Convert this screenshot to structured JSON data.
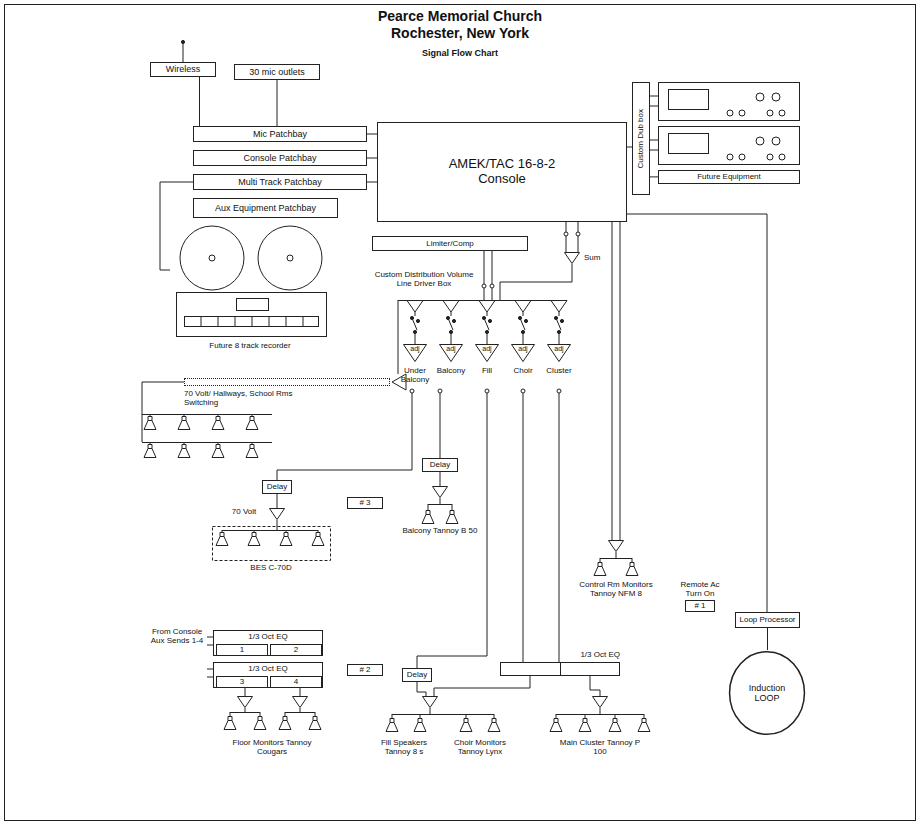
{
  "diagram": {
    "title": "Pearce Memorial Church Rochester, New York",
    "nodes": [
      {
        "text": [
          "Wireless"
        ]
      },
      {
        "text": [
          "30 mic outlets"
        ]
      },
      {
        "text": [
          "Mic Patchbay"
        ]
      },
      {
        "text": [
          "Console Patchbay"
        ]
      },
      {
        "text": [
          "Multi Track Patchbay"
        ]
      },
      {
        "text": [
          "Aux Equipment Patchbay"
        ]
      },
      {
        "text": [
          "AMEK/TAC 16-8-2 Console"
        ]
      },
      {
        "text": [
          "Custom Dub box"
        ]
      },
      {
        "text": [
          "Future Equipment"
        ]
      },
      {
        "text": [
          "Limiter/Comp"
        ]
      },
      {
        "text": [
          "Future 8 track recorder"
        ]
      },
      {
        "text": [
          "70 Volt/ Hallways, School Rms Switching"
        ]
      },
      {
        "text": [
          "Delay"
        ]
      },
      {
        "text": [
          "Delay"
        ]
      },
      {
        "text": [
          "# 3"
        ]
      },
      {
        "text": [
          "1/3 Oct EQ"
        ]
      },
      {
        "text": [
          "1"
        ],
        "in": 15
      },
      {
        "text": [
          "2"
        ],
        "in": 15
      },
      {
        "text": [
          "1/3 Oct EQ"
        ]
      },
      {
        "text": [
          "3"
        ],
        "in": 18
      },
      {
        "text": [
          "4"
        ],
        "in": 18
      },
      {
        "text": [
          "# 2"
        ]
      },
      {
        "text": [
          "Delay"
        ]
      },
      {
        "text": [
          "1/3 Oct EQ"
        ]
      },
      {
        "text": [
          "Remote Ac Turn On",
          "# 1"
        ]
      },
      {
        "text": [
          "Loop Processor"
        ]
      },
      {
        "text": [
          "Induction LOOP"
        ]
      }
    ],
    "edges": [
      {
        "from": 0,
        "to": 2,
        "arrow": "none"
      },
      {
        "from": 1,
        "to": 2,
        "arrow": "none"
      },
      {
        "from": 2,
        "to": 6,
        "arrow": "none"
      },
      {
        "from": 3,
        "to": 6,
        "arrow": "none"
      },
      {
        "from": 4,
        "to": 6,
        "arrow": "none"
      },
      {
        "from": 4,
        "to": 10,
        "arrow": "none"
      },
      {
        "from": 6,
        "to": 7,
        "arrow": "none"
      },
      {
        "from": 7,
        "to": 8,
        "arrow": "none"
      },
      {
        "from": 6,
        "to": 25,
        "arrow": "none"
      },
      {
        "from": 25,
        "to": 26,
        "arrow": "none"
      }
    ],
    "labels": [
      "Signal Flow Chart",
      "Custom Distribution Volume Line Driver Box",
      "Sum",
      "adj",
      "adj",
      "adj",
      "adj",
      "adj",
      "Under Balcony",
      "Balcony",
      "Fill",
      "Choir",
      "Cluster",
      "70 Volt",
      "BES C-70D",
      "Balcony Tannoy B 50",
      "Control Rm Monitors Tannoy NFM 8",
      "From Console Aux Sends 1-4",
      "Floor Monitors Tannoy Cougars",
      "Fill Speakers Tannoy 8 s",
      "Choir Monitors Tannoy Lynx",
      "Main Cluster Tannoy P 100"
    ]
  }
}
